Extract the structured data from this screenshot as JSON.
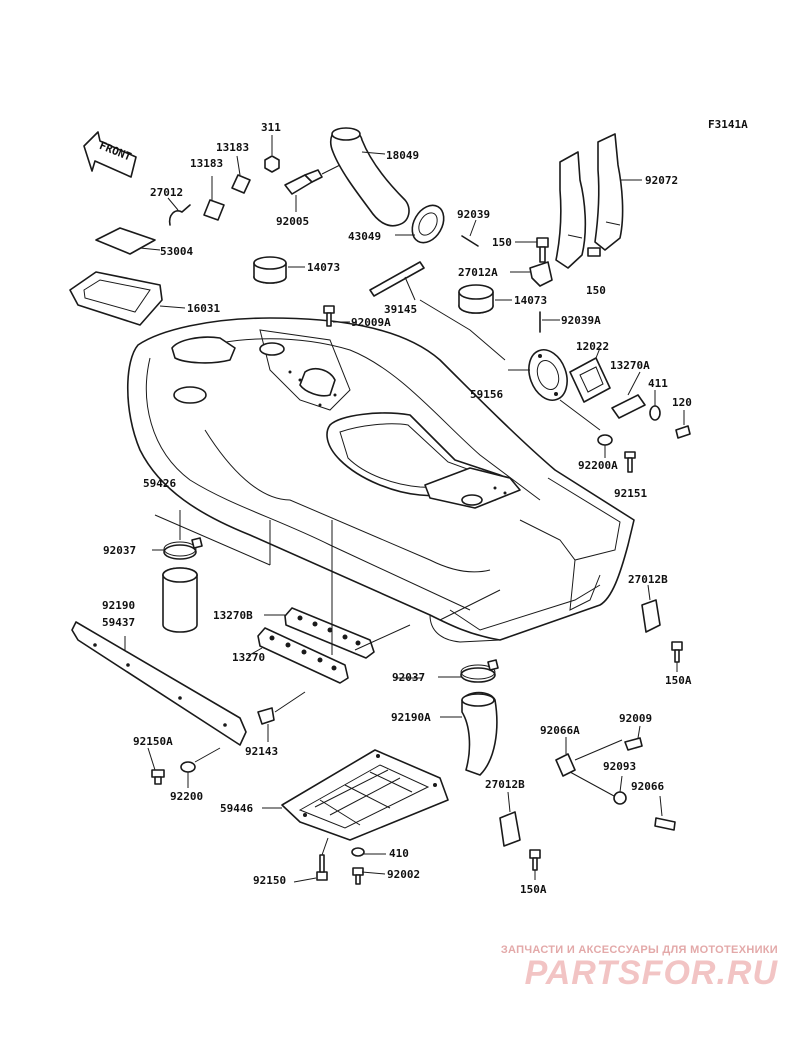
{
  "figure_code": "F3141A",
  "front_arrow_label": "FRONT",
  "part_labels": [
    {
      "id": "311",
      "text": "311"
    },
    {
      "id": "18049",
      "text": "18049"
    },
    {
      "id": "13183a",
      "text": "13183"
    },
    {
      "id": "13183b",
      "text": "13183"
    },
    {
      "id": "92072",
      "text": "92072"
    },
    {
      "id": "27012",
      "text": "27012"
    },
    {
      "id": "92005",
      "text": "92005"
    },
    {
      "id": "92039",
      "text": "92039"
    },
    {
      "id": "43049",
      "text": "43049"
    },
    {
      "id": "150-top",
      "text": "150"
    },
    {
      "id": "53004",
      "text": "53004"
    },
    {
      "id": "14073a",
      "text": "14073"
    },
    {
      "id": "27012A",
      "text": "27012A"
    },
    {
      "id": "150-mid",
      "text": "150"
    },
    {
      "id": "14073b",
      "text": "14073"
    },
    {
      "id": "39145",
      "text": "39145"
    },
    {
      "id": "16031",
      "text": "16031"
    },
    {
      "id": "92009A",
      "text": "92009A"
    },
    {
      "id": "92039A",
      "text": "92039A"
    },
    {
      "id": "12022",
      "text": "12022"
    },
    {
      "id": "13270A",
      "text": "13270A"
    },
    {
      "id": "411",
      "text": "411"
    },
    {
      "id": "59156",
      "text": "59156"
    },
    {
      "id": "120",
      "text": "120"
    },
    {
      "id": "92200A",
      "text": "92200A"
    },
    {
      "id": "92151",
      "text": "92151"
    },
    {
      "id": "59426",
      "text": "59426"
    },
    {
      "id": "92037a",
      "text": "92037"
    },
    {
      "id": "27012B-top",
      "text": "27012B"
    },
    {
      "id": "92190",
      "text": "92190"
    },
    {
      "id": "13270B",
      "text": "13270B"
    },
    {
      "id": "59437",
      "text": "59437"
    },
    {
      "id": "13270",
      "text": "13270"
    },
    {
      "id": "150A-a",
      "text": "150A"
    },
    {
      "id": "92037b",
      "text": "92037"
    },
    {
      "id": "92190A",
      "text": "92190A"
    },
    {
      "id": "92066A",
      "text": "92066A"
    },
    {
      "id": "92009",
      "text": "92009"
    },
    {
      "id": "92150A",
      "text": "92150A"
    },
    {
      "id": "92143",
      "text": "92143"
    },
    {
      "id": "92093",
      "text": "92093"
    },
    {
      "id": "27012B-bot",
      "text": "27012B"
    },
    {
      "id": "92200",
      "text": "92200"
    },
    {
      "id": "92066",
      "text": "92066"
    },
    {
      "id": "59446",
      "text": "59446"
    },
    {
      "id": "410",
      "text": "410"
    },
    {
      "id": "92150",
      "text": "92150"
    },
    {
      "id": "92002",
      "text": "92002"
    },
    {
      "id": "150A-b",
      "text": "150A"
    }
  ],
  "watermark": {
    "caption": "ЗАПЧАСТИ И АКСЕССУАРЫ ДЛЯ МОТОТЕХНИКИ",
    "brand": "PARTSFOR.RU"
  }
}
